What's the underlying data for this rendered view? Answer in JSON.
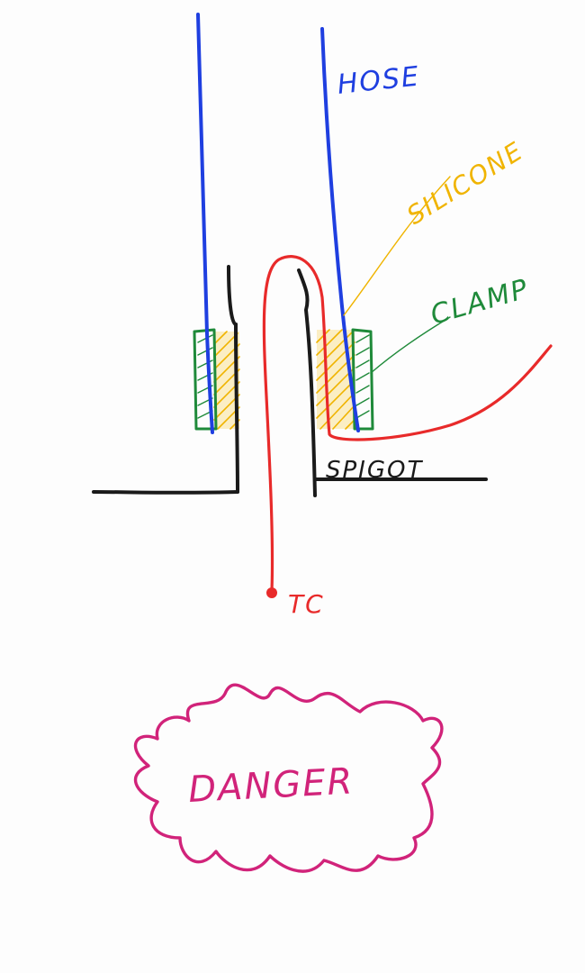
{
  "labels": {
    "hose": "HOSE",
    "silicone": "SILICONE",
    "clamp": "CLAMP",
    "spigot": "SPIGOT",
    "tc": "TC",
    "danger": "DANGER"
  },
  "colors": {
    "hose": "#1f3fe0",
    "silicone": "#f0b400",
    "clamp": "#1f8a3a",
    "spigot": "#1a1a1a",
    "tc": "#e82a2a",
    "danger": "#d1237a"
  }
}
